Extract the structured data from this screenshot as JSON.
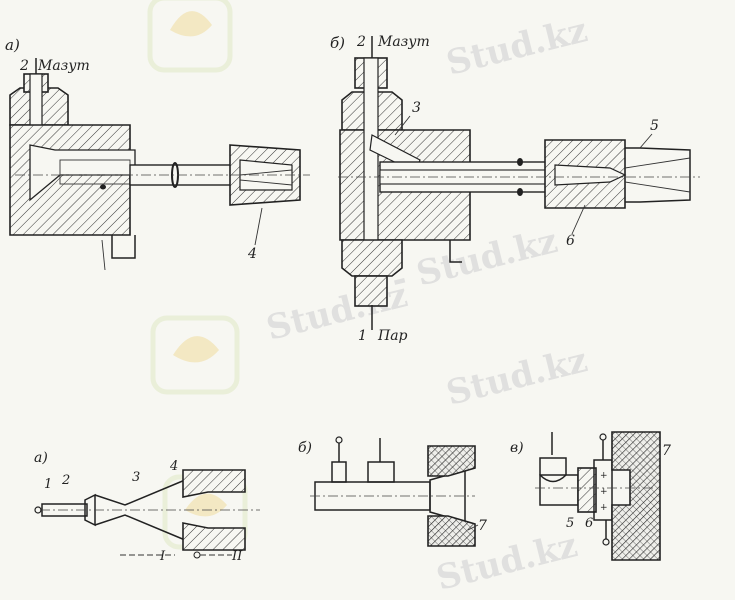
{
  "watermark": {
    "text": "Stud.kz",
    "connector_text": "- Stud.kz"
  },
  "top_left": {
    "label": "а)",
    "num_mazut": "2",
    "mazut": "Мазут",
    "num_4": "4"
  },
  "top_right": {
    "label": "б)",
    "num_mazut": "2",
    "mazut": "Мазут",
    "num_3": "3",
    "num_5": "5",
    "num_6": "6",
    "num_par": "1",
    "par": "Пар"
  },
  "bottom_a": {
    "label": "а)",
    "num_1": "1",
    "num_2": "2",
    "num_3": "3",
    "num_4": "4",
    "axis_1": "I",
    "axis_2": "II"
  },
  "bottom_b": {
    "label": "б)",
    "num_7": "7"
  },
  "bottom_c": {
    "label": "в)",
    "num_5": "5",
    "num_6": "6",
    "num_7": "7"
  }
}
